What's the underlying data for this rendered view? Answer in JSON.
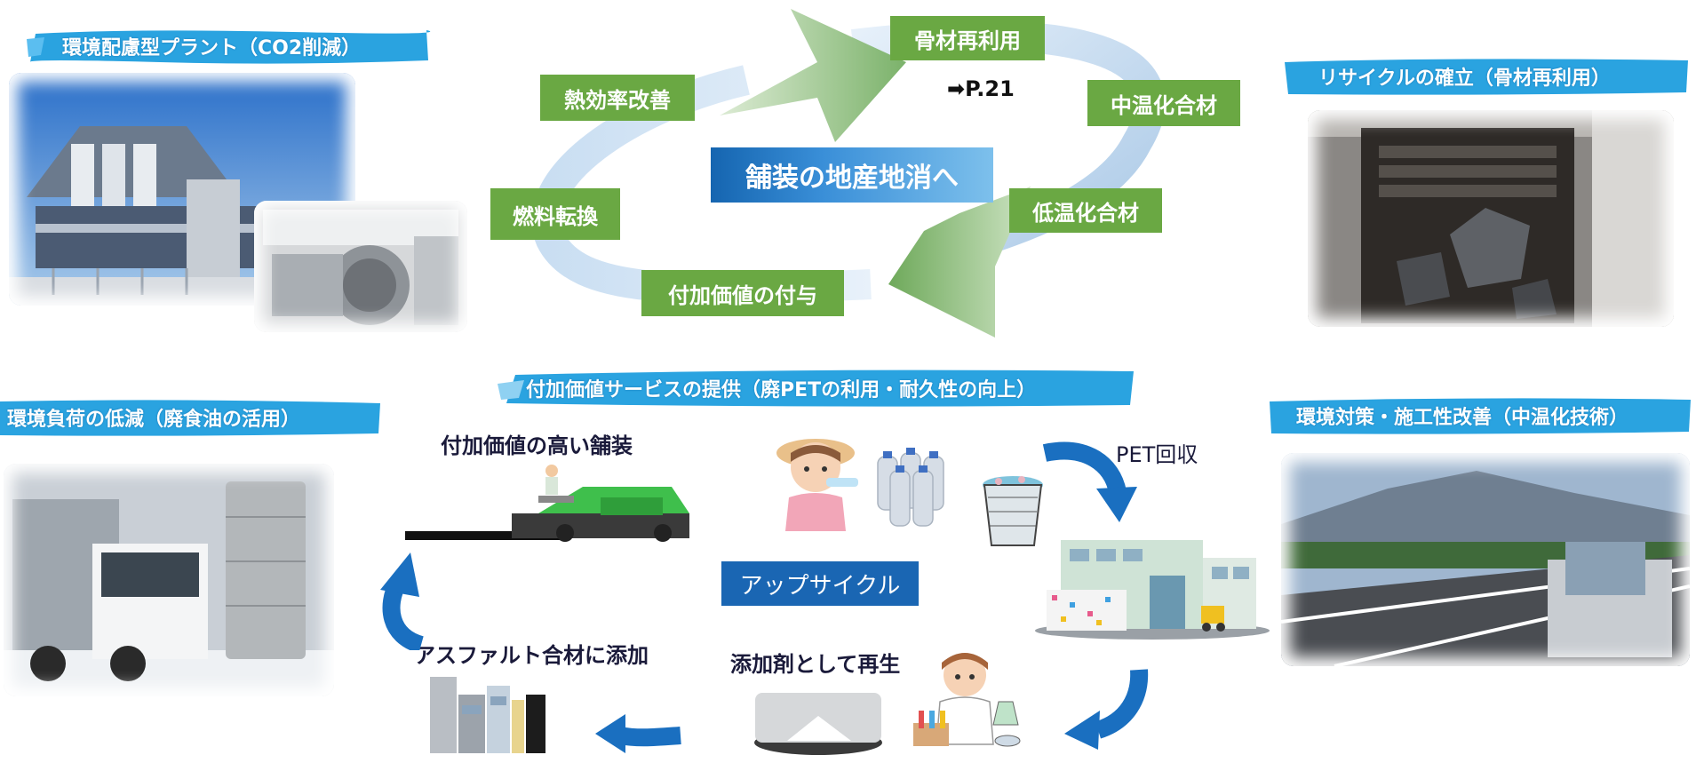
{
  "headers": {
    "top_left": "環境配慮型プラント（CO2削減）",
    "top_right": "リサイクルの確立（骨材再利用）",
    "mid_left": "環境負荷の低減（廃食油の活用）",
    "mid_right": "環境対策・施工性改善（中温化技術）",
    "service": "付加価値サービスの提供（廃PETの利用・耐久性の向上）"
  },
  "cycle": {
    "center": "舗装の地産地消へ",
    "items": {
      "heat_efficiency": "熱効率改善",
      "aggregate_reuse": "骨材再利用",
      "fuel_conversion": "燃料転換",
      "mid_temp": "中温化合材",
      "low_temp": "低温化合材",
      "added_value": "付加価値の付与"
    },
    "reference": "➡P.21"
  },
  "pet_cycle": {
    "high_value_paving": "付加価値の高い舗装",
    "pet_collection": "PET回収",
    "upcycle": "アップサイクル",
    "add_to_asphalt": "アスファルト合材に添加",
    "regenerate": "添加剤として再生"
  },
  "colors": {
    "green_box": "#6aa843",
    "blue_banner": "#2aa3e0",
    "blue_arrow": "#1a6fc0",
    "center_box": "#1565b0"
  }
}
